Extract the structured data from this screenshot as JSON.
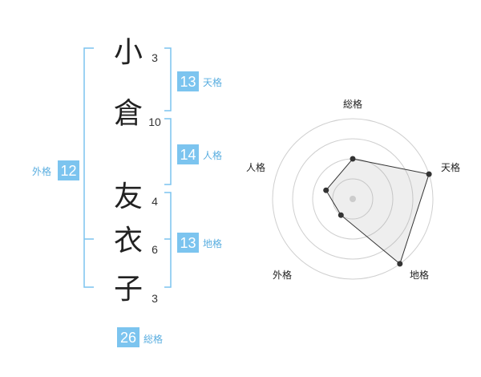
{
  "name": {
    "chars": [
      {
        "char": "小",
        "strokes": "3"
      },
      {
        "char": "倉",
        "strokes": "10"
      },
      {
        "char": "友",
        "strokes": "4"
      },
      {
        "char": "衣",
        "strokes": "6"
      },
      {
        "char": "子",
        "strokes": "3"
      }
    ]
  },
  "badges": {
    "tenkaku": {
      "value": "13",
      "label": "天格"
    },
    "jinkaku": {
      "value": "14",
      "label": "人格"
    },
    "chikaku": {
      "value": "13",
      "label": "地格"
    },
    "gaikaku": {
      "value": "12",
      "label": "外格"
    },
    "soukaku": {
      "value": "26",
      "label": "総格"
    }
  },
  "colors": {
    "accent": "#7cc4ef",
    "label": "#5aaee0",
    "text": "#222222",
    "ring": "#cfcfcf"
  },
  "chart_data": {
    "type": "radar",
    "axes": [
      "総格",
      "天格",
      "地格",
      "外格",
      "人格"
    ],
    "values": [
      0.5,
      1.0,
      1.0,
      0.25,
      0.35
    ],
    "rings": 4,
    "grid": true
  }
}
